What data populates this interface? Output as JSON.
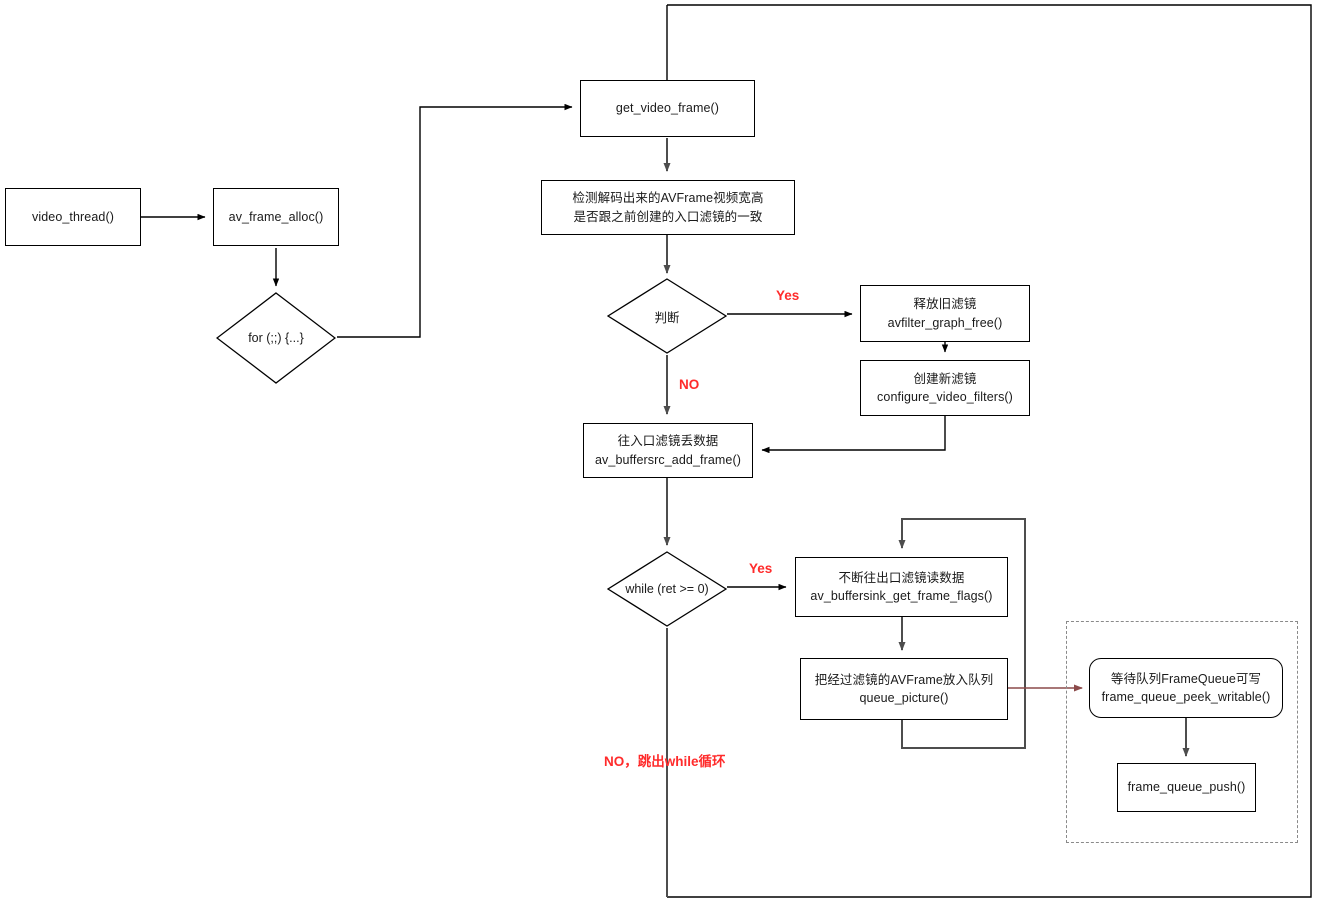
{
  "diagram": {
    "title": "ffplay video_thread flowchart",
    "nodes": {
      "video_thread": "video_thread()",
      "av_frame_alloc": "av_frame_alloc()",
      "for_loop": "for (;;) {...}",
      "get_video_frame": "get_video_frame()",
      "check_frame_size": "检测解码出来的AVFrame视频宽高\n是否跟之前创建的入口滤镜的一致",
      "decision_judge": "判断",
      "free_old_filter": "释放旧滤镜\navfilter_graph_free()",
      "create_new_filter": "创建新滤镜\nconfigure_video_filters()",
      "buffersrc_add_frame": "往入口滤镜丢数据\nav_buffersrc_add_frame()",
      "while_ret": "while (ret  >= 0)",
      "buffersink_get_frame": "不断往出口滤镜读数据\nav_buffersink_get_frame_flags()",
      "queue_picture": "把经过滤镜的AVFrame放入队列\nqueue_picture()",
      "frame_queue_peek_writable": "等待队列FrameQueue可写\nframe_queue_peek_writable()",
      "frame_queue_push": "frame_queue_push()"
    },
    "edge_labels": {
      "judge_yes": "Yes",
      "judge_no": "NO",
      "while_yes": "Yes",
      "while_no": "NO，跳出while循环"
    },
    "colors": {
      "edge": "#4d4d4d",
      "edge_dark": "#000000",
      "label_red": "#ff2b2b",
      "accent_arrow": "#8b4a4a",
      "node_border": "#000000",
      "group_border": "#8a8a8a",
      "background": "#ffffff"
    }
  }
}
